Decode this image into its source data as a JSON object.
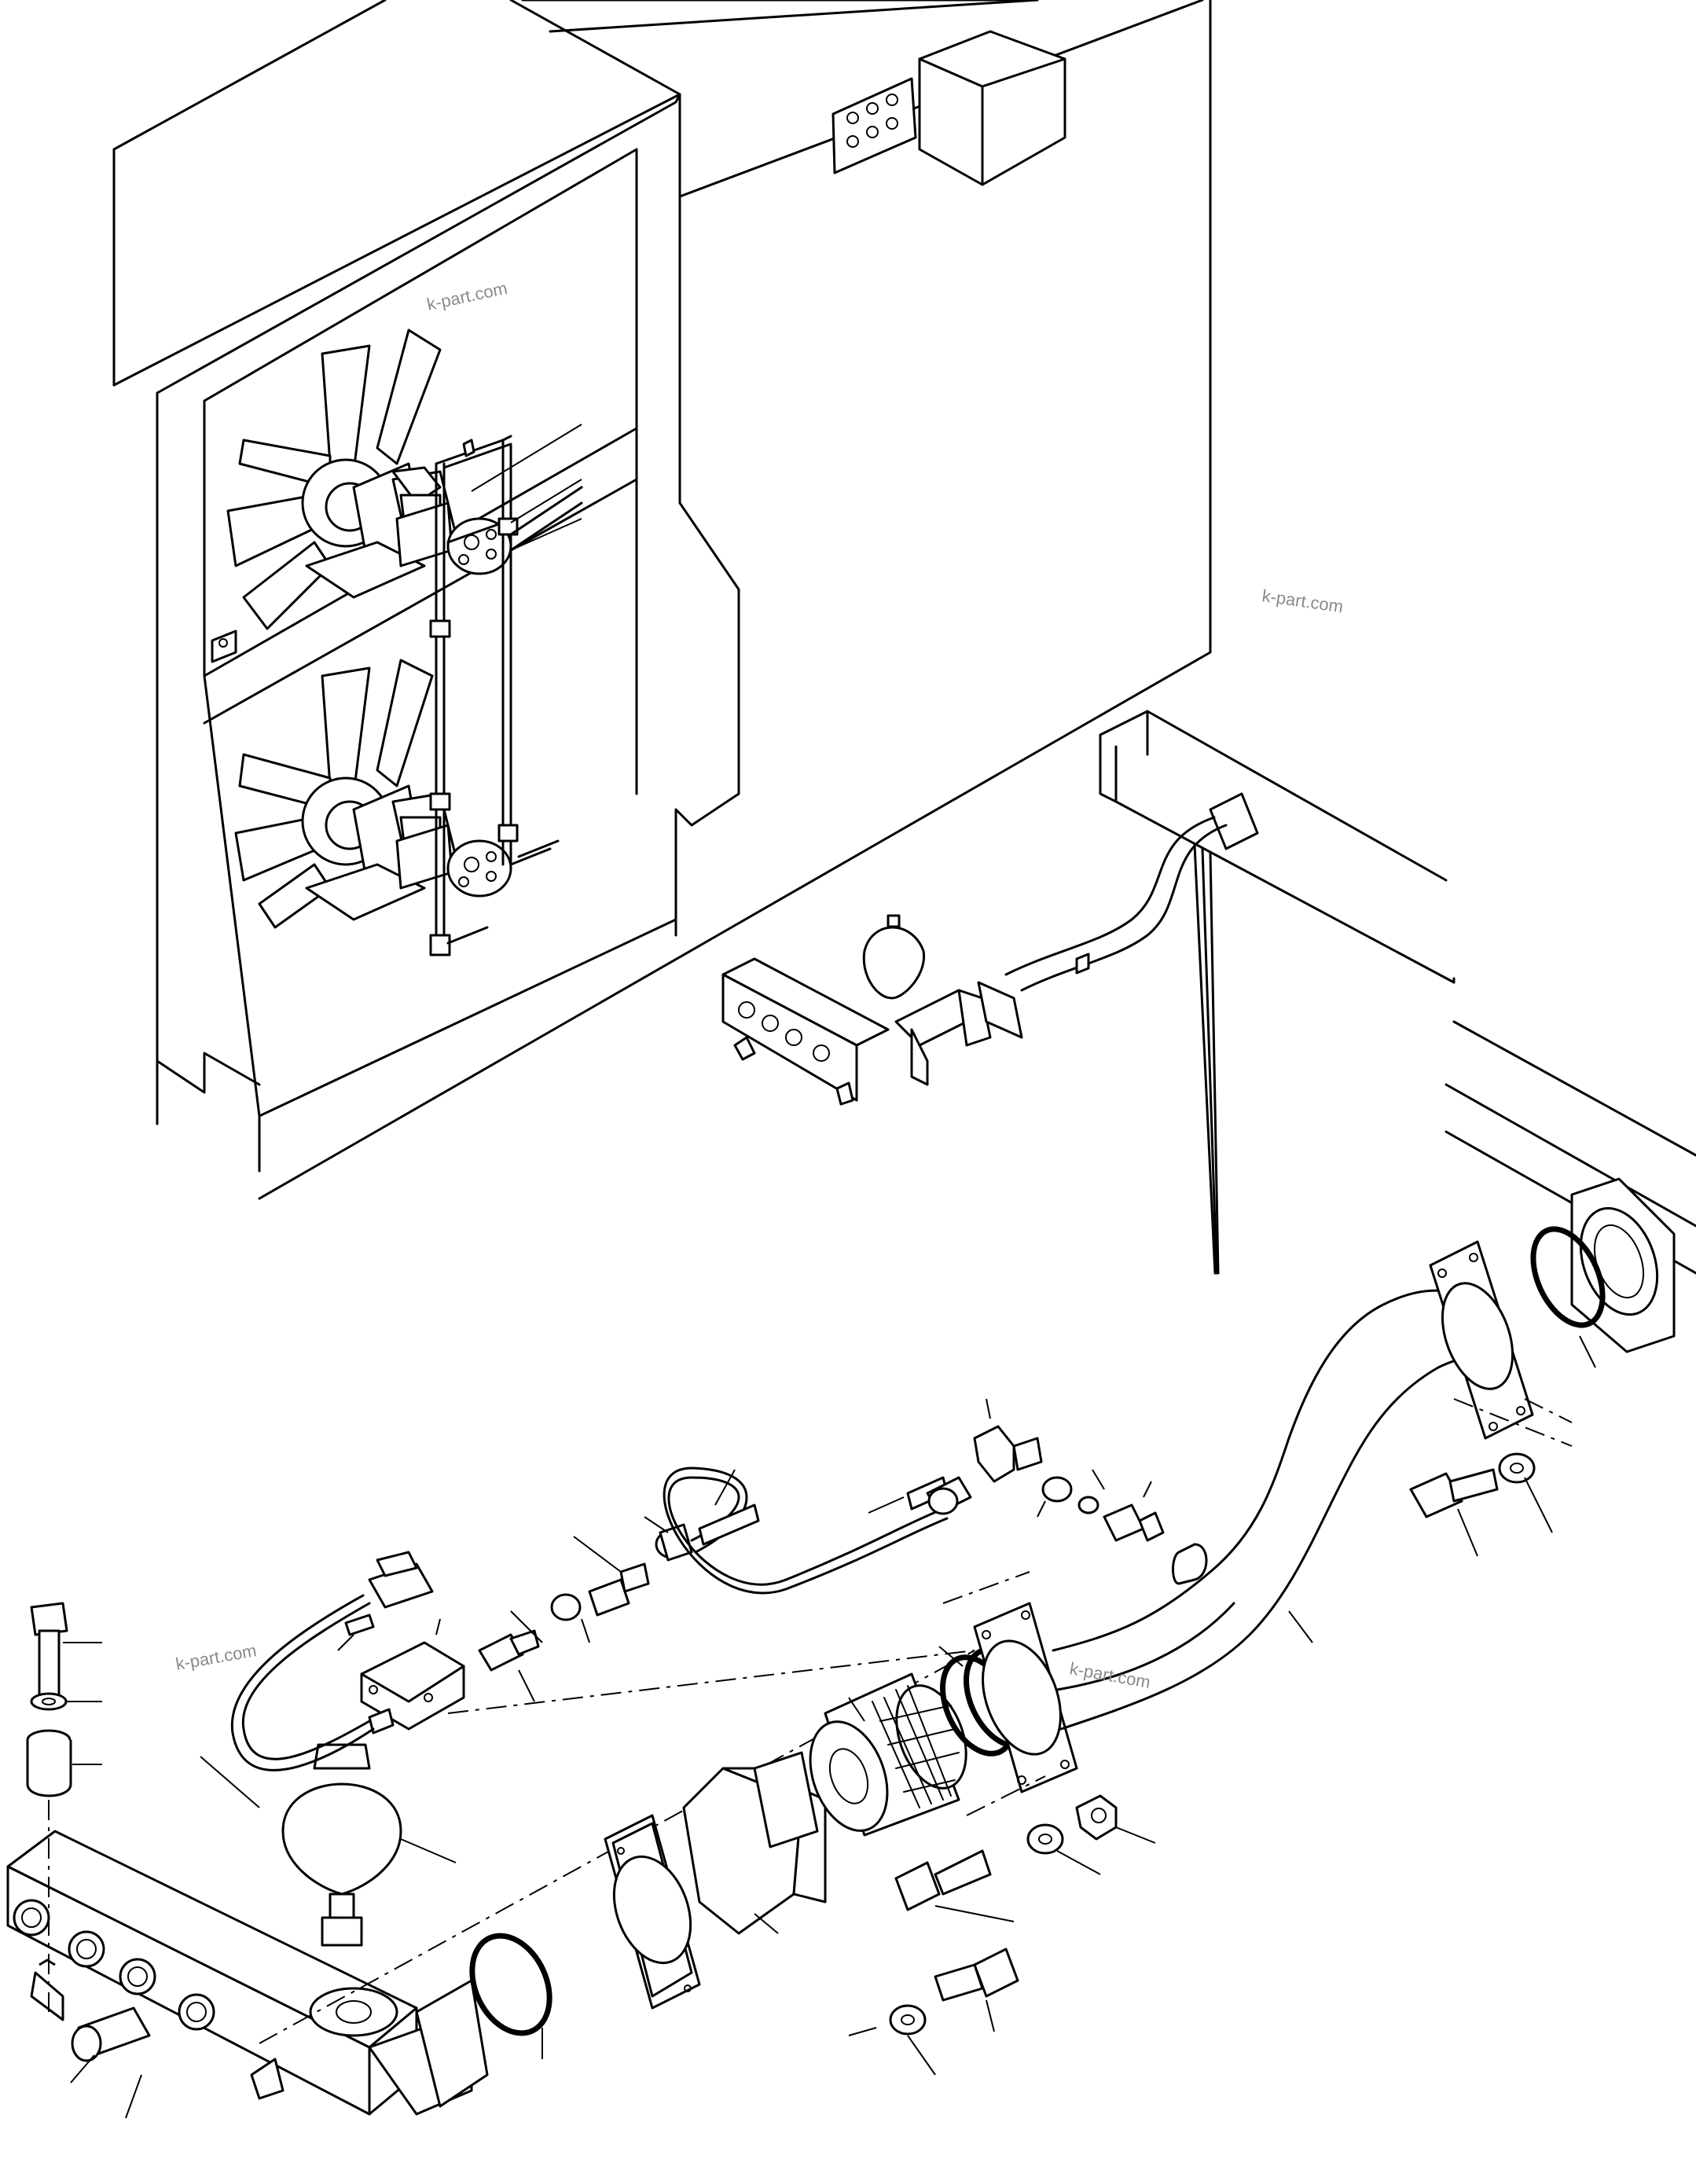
{
  "watermarks": [
    "k-part.com",
    "k-part.com",
    "k-part.com",
    "k-part.com"
  ],
  "colors": {
    "line": "#000000",
    "background": "#ffffff",
    "watermark": "#8a8a8a"
  }
}
